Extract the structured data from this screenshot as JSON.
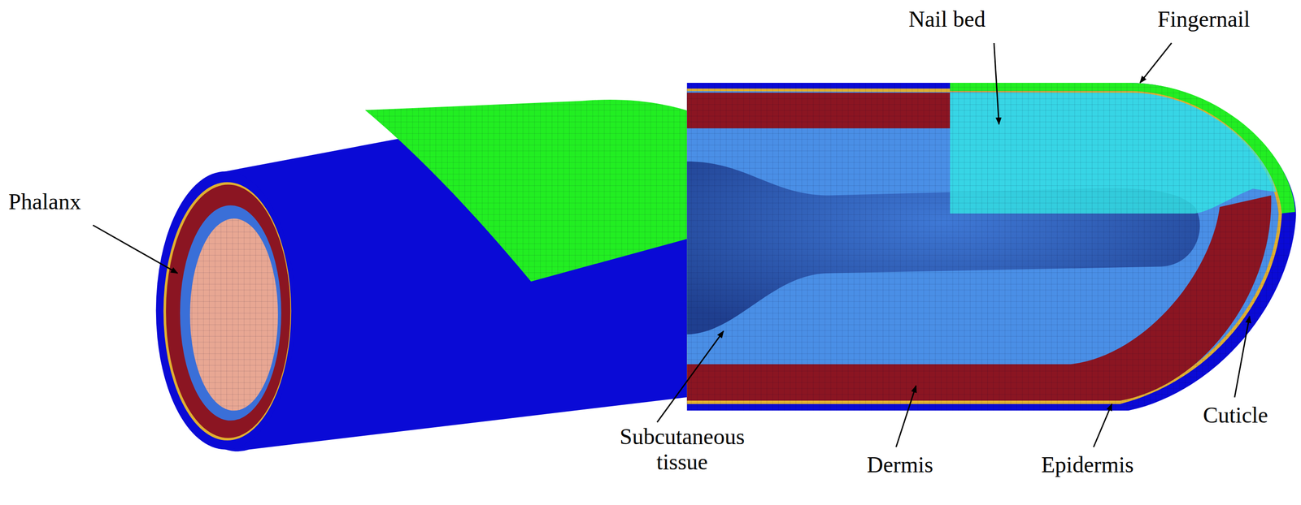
{
  "diagram": {
    "labels": [
      "Phalanx",
      "Nail bed",
      "Fingernail",
      "Subcutaneous tissue",
      "Dermis",
      "Epidermis",
      "Cuticle"
    ]
  }
}
